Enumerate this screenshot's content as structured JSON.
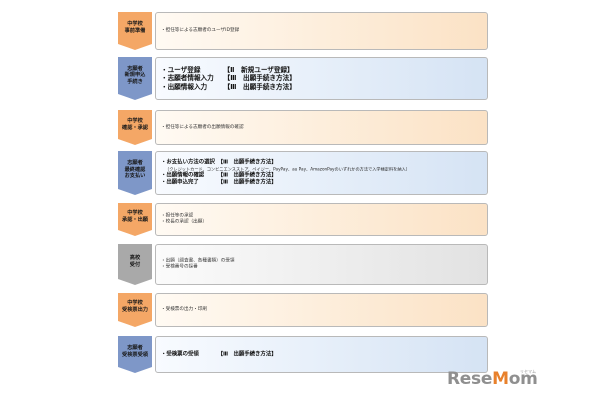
{
  "steps": [
    {
      "tag": "中学校\n事前準備",
      "color": "#f4a766",
      "style": "orange",
      "lines": [
        {
          "text": "・担任等による志願者のユーザID登録",
          "kind": "small"
        }
      ]
    },
    {
      "tag": "志願者\n新規申込\n手続き",
      "color": "#7e97c8",
      "style": "blue",
      "lines": [
        {
          "text": "・ユーザ登録　　　　【Ⅱ　新規ユーザ登録】",
          "kind": "big"
        },
        {
          "text": "・志願者情報入力　　【Ⅲ　出願手続き方法】",
          "kind": "big"
        },
        {
          "text": "・出願情報入力　　　【Ⅲ　出願手続き方法】",
          "kind": "big"
        }
      ]
    },
    {
      "tag": "中学校\n確認・承認",
      "color": "#f4a766",
      "style": "orange",
      "lines": [
        {
          "text": "・担任等による志願者の出願情報の確認",
          "kind": "small"
        }
      ]
    },
    {
      "tag": "志願者\n最終確認\nお支払い",
      "color": "#7e97c8",
      "style": "blue",
      "lines": [
        {
          "text": "・お支払い方法の選択　【Ⅲ　出願手続き方法】",
          "kind": "mid"
        },
        {
          "text": "（クレジットカード、コンビニエンスストア、ペイジー、PayPay、au Pay、AmazonPayのいずれかの方法で入学検定料を納入）",
          "kind": "sub"
        },
        {
          "text": "・出願情報の確認　　　【Ⅲ　出願手続き方法】",
          "kind": "mid"
        },
        {
          "text": "・出願申込完了　　　　【Ⅲ　出願手続き方法】",
          "kind": "mid"
        }
      ]
    },
    {
      "tag": "中学校\n承認・出願",
      "color": "#f4a766",
      "style": "orange",
      "lines": [
        {
          "text": "・担任等の承認",
          "kind": "small"
        },
        {
          "text": "・校長の承認（出願）",
          "kind": "small"
        }
      ]
    },
    {
      "tag": "高校\n受付",
      "color": "#a9a9a9",
      "style": "gray",
      "lines": [
        {
          "text": "・出願（調査書、各種書類）の受領",
          "kind": "small"
        },
        {
          "text": "・受検番号の採番",
          "kind": "small"
        }
      ]
    },
    {
      "tag": "中学校\n受検票出力",
      "color": "#f4a766",
      "style": "orange",
      "lines": [
        {
          "text": "・受検票の出力・印刷",
          "kind": "small"
        }
      ]
    },
    {
      "tag": "志願者\n受検票受領",
      "color": "#7e97c8",
      "style": "blue",
      "lines": [
        {
          "text": "・受検票の受領　　　　【Ⅲ　出願手続き方法】",
          "kind": "mid"
        }
      ]
    }
  ],
  "logo": {
    "pre": "Rese",
    "accent": "M",
    "post": "om",
    "sub": "リセマム"
  }
}
